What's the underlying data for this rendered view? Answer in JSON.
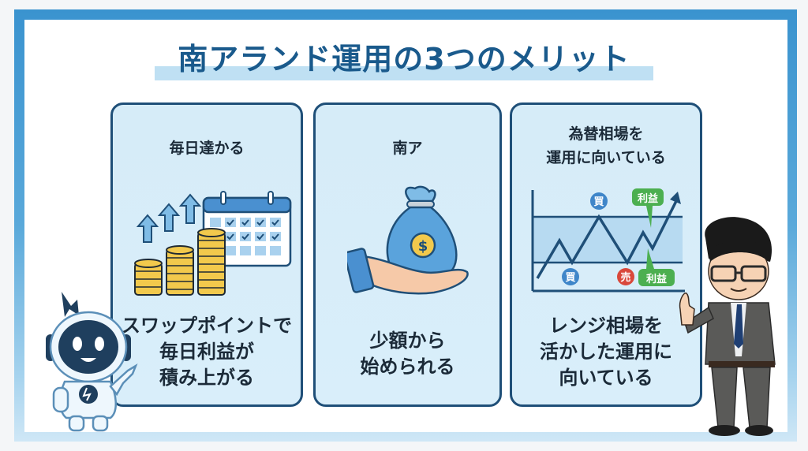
{
  "title": "南アランド運用の3つのメリット",
  "colors": {
    "frame": "#3a93cf",
    "title_text": "#1a5a8c",
    "title_band": "#bfe0f3",
    "card_bg": "#d6ecf8",
    "card_border": "#1f4f78",
    "buy_badge": "#3f86c9",
    "sell_badge": "#d9483b",
    "profit_badge": "#4caf50"
  },
  "cards": [
    {
      "heading": "毎日達かる",
      "body_lines": [
        "スワップポイントで",
        "毎日利益が",
        "積み上がる"
      ],
      "illustration": "coin-stacks-with-arrows-and-calendar"
    },
    {
      "heading": "南ア",
      "body_lines": [
        "少額から",
        "始められる"
      ],
      "illustration": "hand-holding-money-bag"
    },
    {
      "heading_lines": [
        "為替相場を",
        "運用に向いている"
      ],
      "body_lines": [
        "レンジ相場を",
        "活かした運用に",
        "向いている"
      ],
      "illustration": "range-chart",
      "chart_labels": {
        "buy_top": "買",
        "buy_bottom": "買",
        "sell": "売",
        "profit_top": "利益",
        "profit_bottom": "利益"
      }
    }
  ],
  "characters": {
    "left": "robot-mascot",
    "right": "businessman-thumbs-up"
  }
}
